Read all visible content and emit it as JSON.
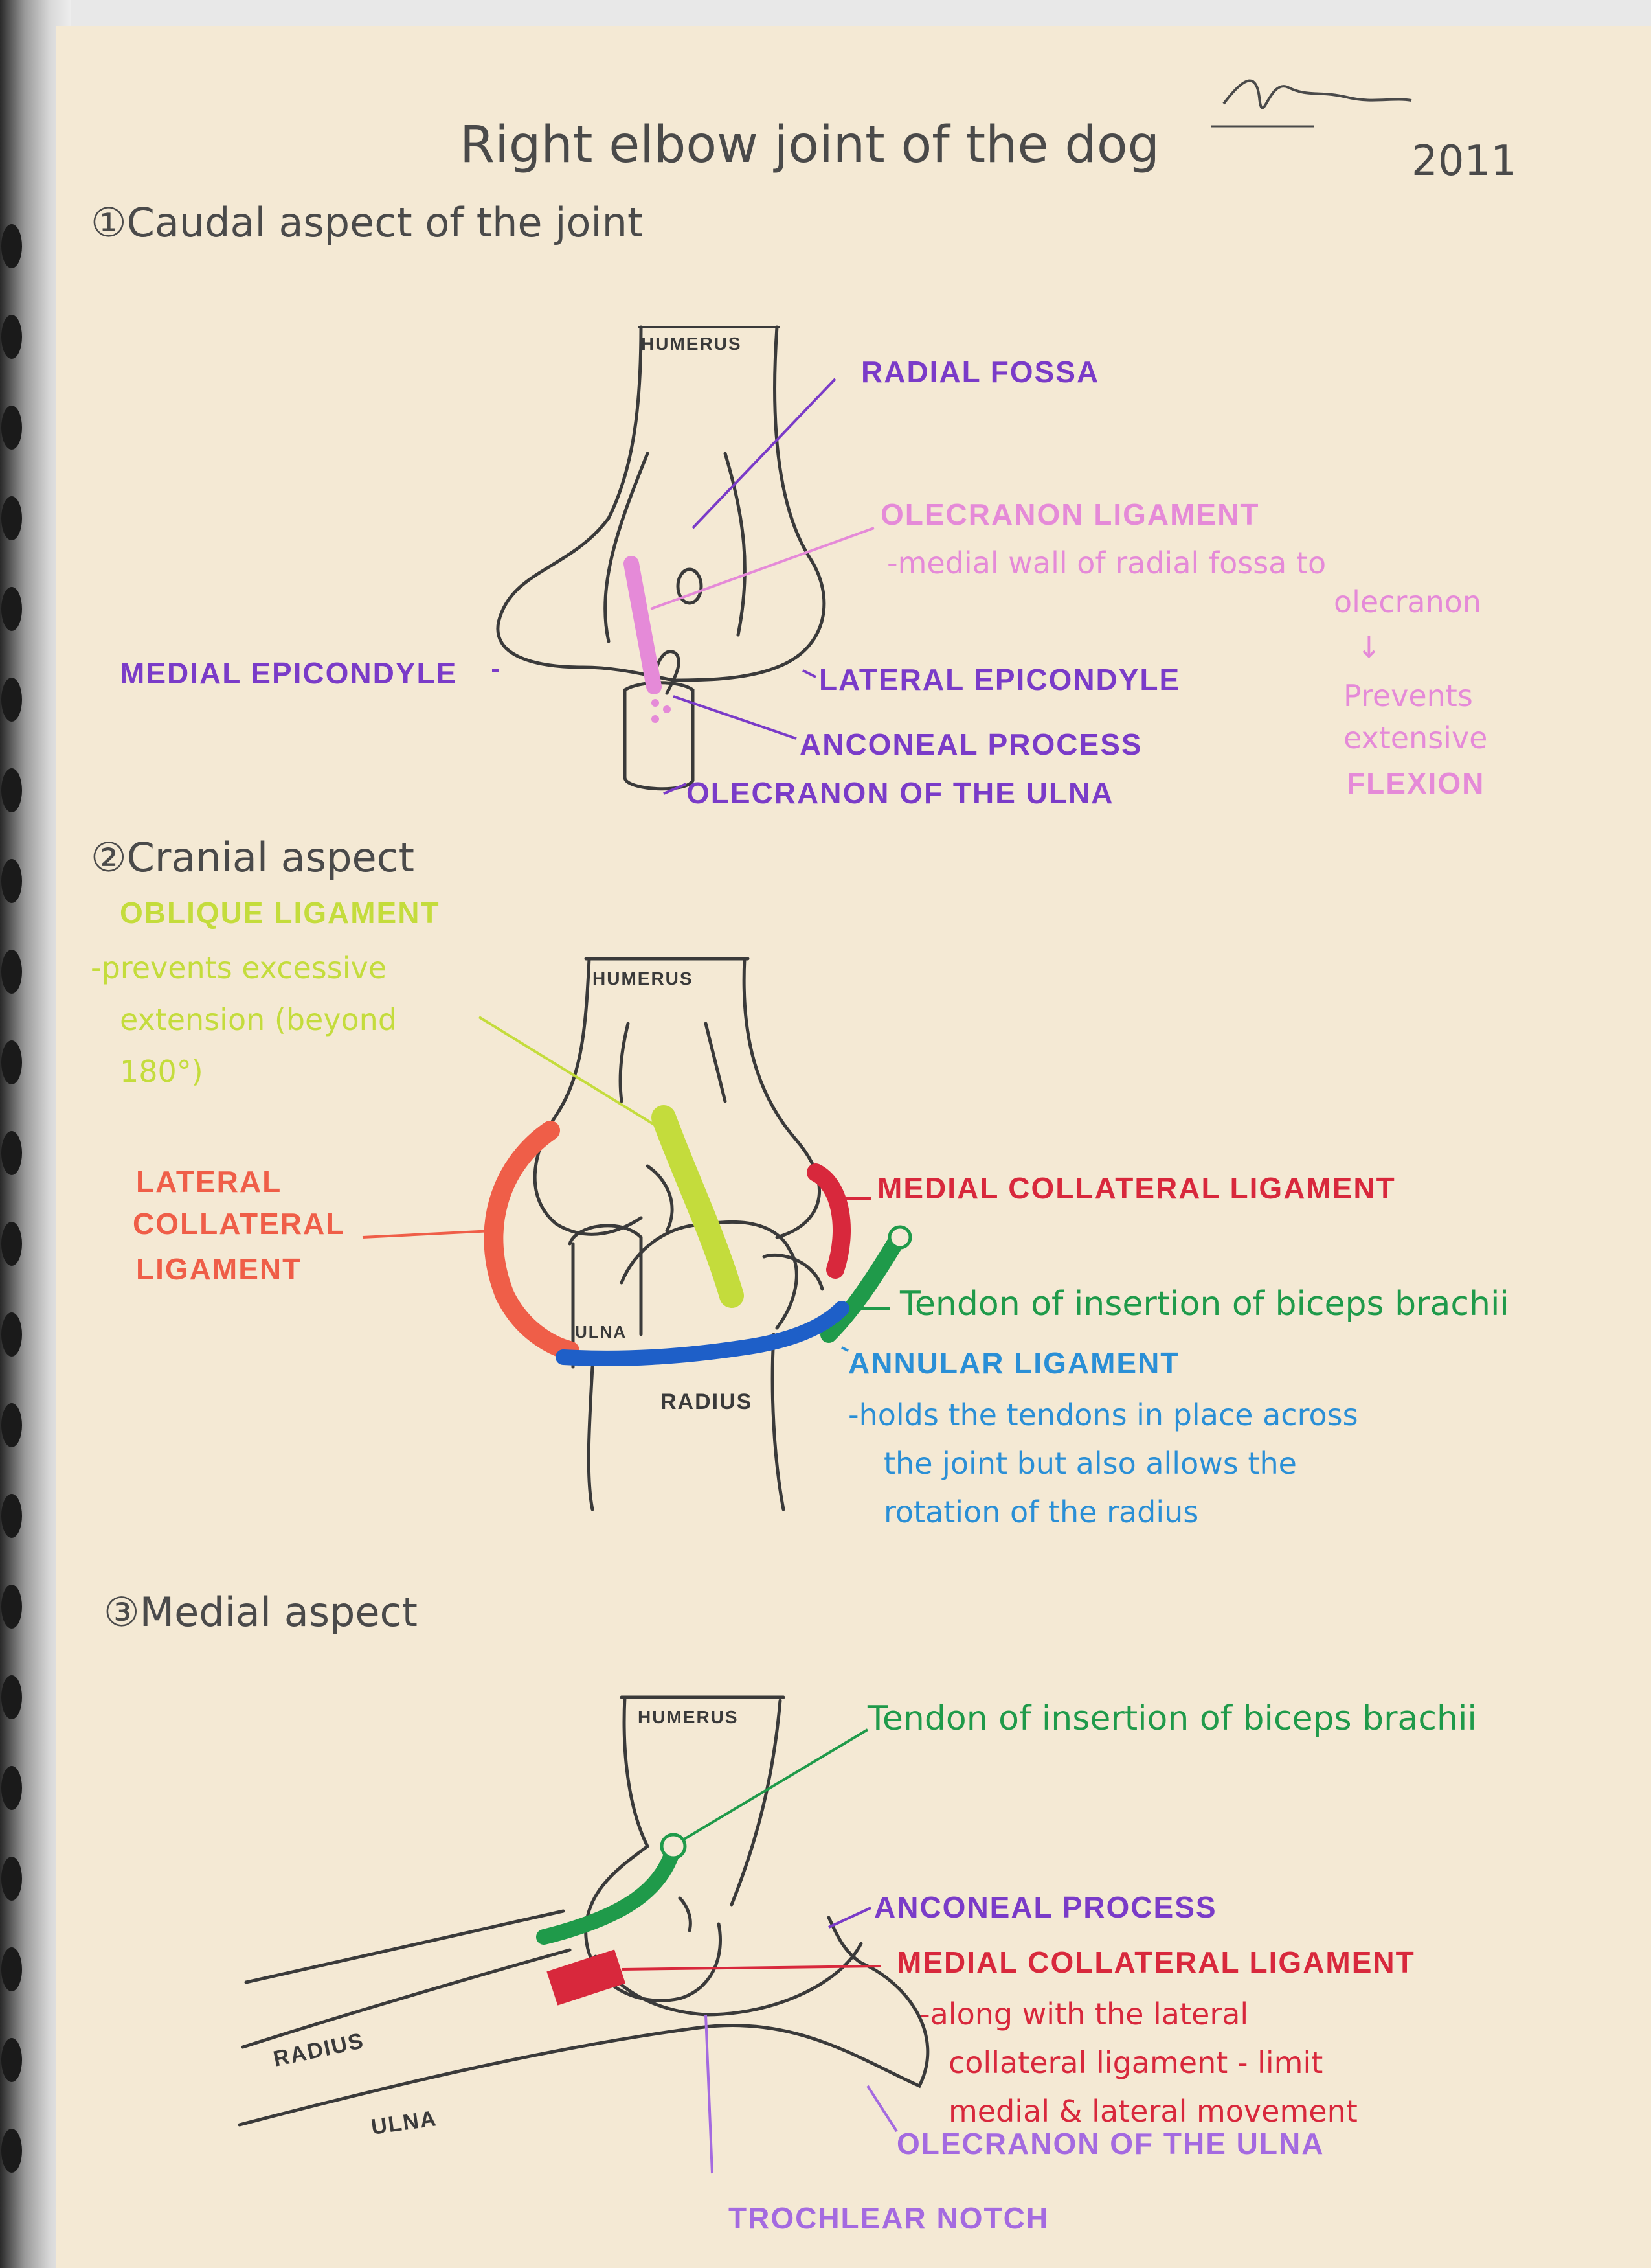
{
  "header": {
    "title": "Right elbow joint of the dog",
    "year": "2011"
  },
  "colors": {
    "paper": "#f4e9d4",
    "ink": "#3a3a3a",
    "purple": "#7a3bc8",
    "pink": "#e58ad8",
    "yellow_green": "#c4dc3c",
    "red": "#d8283c",
    "orange_red": "#ef5e48",
    "green": "#1f9a4a",
    "blue": "#1e5fc8",
    "sky_blue": "#2a8fd6",
    "lilac": "#a46ae0"
  },
  "sections": {
    "caudal": {
      "heading": "①Caudal aspect of the joint",
      "bone_humerus": "HUMERUS",
      "radial_fossa": "RADIAL FOSSA",
      "olecranon_ligament": "OLECRANON LIGAMENT",
      "olecranon_ligament_desc_1": "-medial wall of radial fossa to",
      "olecranon_ligament_desc_2": "olecranon",
      "olecranon_ligament_arrow": "↓",
      "olecranon_ligament_prevents_1": "Prevents",
      "olecranon_ligament_prevents_2": "extensive",
      "olecranon_ligament_prevents_3": "FLEXION",
      "medial_epicondyle": "MEDIAL EPICONDYLE",
      "lateral_epicondyle": "LATERAL EPICONDYLE",
      "anconeal_process": "ANCONEAL PROCESS",
      "olecranon_of_ulna": "OLECRANON OF THE ULNA"
    },
    "cranial": {
      "heading": "②Cranial aspect",
      "bone_humerus": "HUMERUS",
      "bone_ulna": "ULNA",
      "bone_radius": "RADIUS",
      "oblique_ligament": "OBLIQUE LIGAMENT",
      "oblique_ligament_desc_1": "-prevents excessive",
      "oblique_ligament_desc_2": "extension (beyond",
      "oblique_ligament_desc_3": "180°)",
      "lateral_collateral_1": "LATERAL",
      "lateral_collateral_2": "COLLATERAL",
      "lateral_collateral_3": "LIGAMENT",
      "medial_collateral": "MEDIAL COLLATERAL LIGAMENT",
      "biceps_tendon": "Tendon of insertion of biceps brachii",
      "annular_ligament": "ANNULAR LIGAMENT",
      "annular_desc_1": "-holds the tendons in place across",
      "annular_desc_2": "the joint but also allows the",
      "annular_desc_3": "rotation of the radius"
    },
    "medial": {
      "heading": "③Medial aspect",
      "bone_humerus": "HUMERUS",
      "bone_radius": "RADIUS",
      "bone_ulna": "ULNA",
      "biceps_tendon": "Tendon of insertion of biceps brachii",
      "anconeal_process": "ANCONEAL PROCESS",
      "medial_collateral": "MEDIAL COLLATERAL LIGAMENT",
      "medial_collateral_desc_1": "-along with the lateral",
      "medial_collateral_desc_2": "collateral ligament - limit",
      "medial_collateral_desc_3": "medial & lateral movement",
      "olecranon_of_ulna": "OLECRANON OF THE ULNA",
      "trochlear_notch": "TROCHLEAR NOTCH"
    }
  }
}
